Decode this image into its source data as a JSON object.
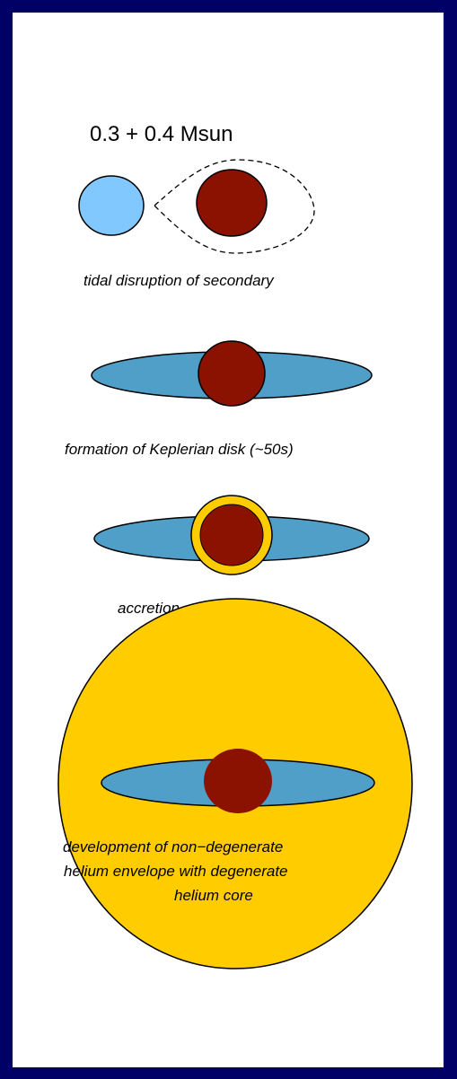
{
  "colors": {
    "background": "#000066",
    "panel": "#ffffff",
    "secondary_star": "#80c8ff",
    "primary_core": "#8b1200",
    "disk": "#4f9fc9",
    "helium_envelope": "#ffcc00"
  },
  "header": {
    "masses": "0.3 + 0.4  Msun"
  },
  "stages": [
    {
      "caption": "tidal disruption of secondary"
    },
    {
      "caption": "formation of Keplerian disk (~50s)"
    },
    {
      "caption": "accretion onto primary"
    },
    {
      "caption_lines": [
        "development of non−degenerate",
        "helium envelope with degenerate",
        "helium core"
      ]
    }
  ]
}
